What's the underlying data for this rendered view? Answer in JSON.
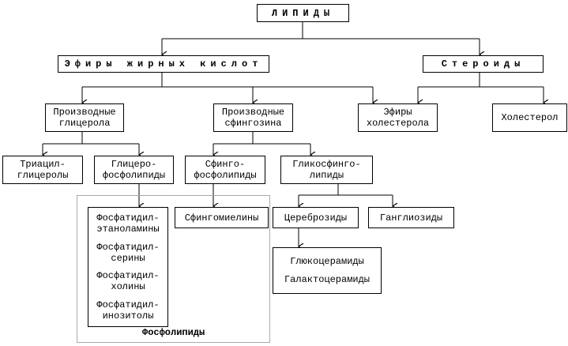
{
  "root": "ЛИПИДЫ",
  "level1": {
    "esters": "Эфиры жирных кислот",
    "steroids": "Стероиды"
  },
  "level2": {
    "glycerol": [
      "Производные",
      "глицерола"
    ],
    "sphingosine": [
      "Производные",
      "сфингозина"
    ],
    "chol_esters": [
      "Эфиры",
      "холестерола"
    ],
    "cholesterol": "Холестерол"
  },
  "level3": {
    "triacyl": [
      "Триацил-",
      "глицеролы"
    ],
    "glycerophos": [
      "Глицеро-",
      "фосфолипиды"
    ],
    "sphingophos": [
      "Сфинго-",
      "фосфолипиды"
    ],
    "glycosphingo": [
      "Гликосфинго-",
      "липиды"
    ]
  },
  "level4": {
    "phosphatidyl": [
      [
        "Фосфатидил-",
        "этаноламины"
      ],
      [
        "Фосфатидил-",
        "серины"
      ],
      [
        "Фосфатидил-",
        "холины"
      ],
      [
        "Фосфатидил-",
        "инозитолы"
      ]
    ],
    "sphingomyelins": "Сфингомиелины",
    "cerebrosides": "Цереброзиды",
    "gangliosides": "Ганглиозиды",
    "ceramides": [
      "Глюкоцерамиды",
      "Галактоцерамиды"
    ]
  },
  "group_label": "Фосфолипиды"
}
